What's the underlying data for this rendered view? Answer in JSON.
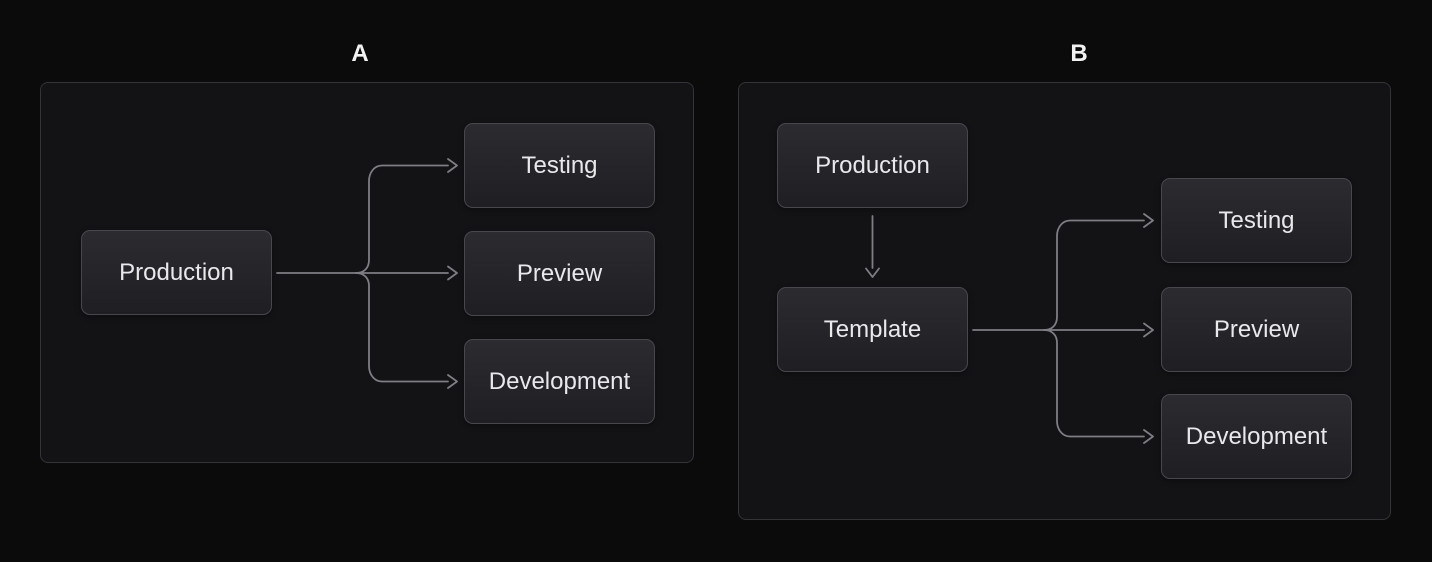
{
  "figure": {
    "colors": {
      "background": "#0b0b0c",
      "panel_background": "#131316",
      "panel_border": "#333338",
      "node_background_top": "#2b2b30",
      "node_background_bottom": "#1f1f23",
      "node_border": "#47474d",
      "node_text": "#e9e9eb",
      "connector": "#7e7e84",
      "panel_label": "#f2f2f3"
    },
    "panels": [
      {
        "label": "A",
        "nodes": [
          {
            "id": "production",
            "label": "Production"
          },
          {
            "id": "testing",
            "label": "Testing"
          },
          {
            "id": "preview",
            "label": "Preview"
          },
          {
            "id": "development",
            "label": "Development"
          }
        ],
        "edges": [
          {
            "from": "production",
            "to": "testing"
          },
          {
            "from": "production",
            "to": "preview"
          },
          {
            "from": "production",
            "to": "development"
          }
        ]
      },
      {
        "label": "B",
        "nodes": [
          {
            "id": "production",
            "label": "Production"
          },
          {
            "id": "template",
            "label": "Template"
          },
          {
            "id": "testing",
            "label": "Testing"
          },
          {
            "id": "preview",
            "label": "Preview"
          },
          {
            "id": "development",
            "label": "Development"
          }
        ],
        "edges": [
          {
            "from": "production",
            "to": "template"
          },
          {
            "from": "template",
            "to": "testing"
          },
          {
            "from": "template",
            "to": "preview"
          },
          {
            "from": "template",
            "to": "development"
          }
        ]
      }
    ]
  }
}
